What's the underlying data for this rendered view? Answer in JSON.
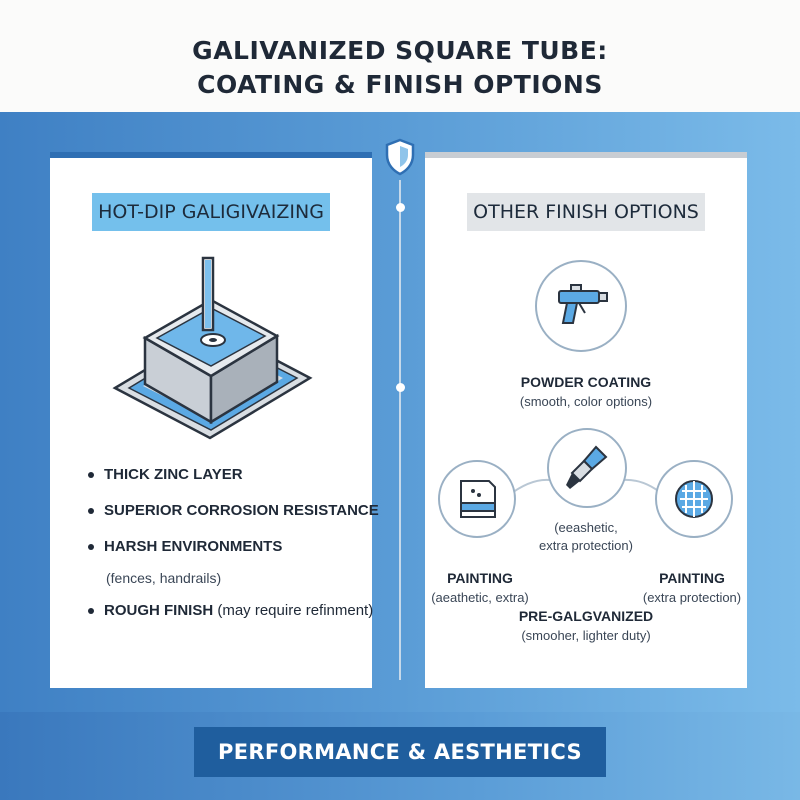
{
  "header": {
    "title_line1": "GALIVANIZED SQUARE TUBE:",
    "title_line2": "COATING & FINISH OPTIONS"
  },
  "left_panel": {
    "heading": "HOT-DIP GALIGIVAIZING",
    "bullets": [
      {
        "strong": "THICK ZINC LAYER",
        "weak": ""
      },
      {
        "strong": "SUPERIOR CORROSION RESISTANCE",
        "weak": ""
      },
      {
        "strong": "HARSH ENVIRONMENTS",
        "weak": ""
      },
      {
        "strong": "ROUGH FINISH",
        "weak": " (may require refinment)"
      }
    ],
    "sub_note": "(fences, handrails)"
  },
  "right_panel": {
    "heading": "OTHER FINISH OPTIONS",
    "powder": {
      "label": "POWDER COATING",
      "desc": "(smooth, color options)"
    },
    "center_desc_line1": "(eeashetic,",
    "center_desc_line2": "extra protection)",
    "painting_left": {
      "label": "PAINTING",
      "desc": "(aeathetic, extra)"
    },
    "painting_right": {
      "label": "PAINTING",
      "desc": "(extra protection)"
    },
    "pregalv": {
      "label": "PRE-GALGVANIZED",
      "desc": "(smooher, lighter duty)"
    }
  },
  "footer": {
    "label": "PERFORMANCE & AESTHETICS"
  },
  "icons": [
    "shield-icon",
    "galvanizing-tank-icon",
    "spray-gun-icon",
    "paint-brush-icon",
    "painted-panel-icon",
    "grid-pattern-icon"
  ],
  "colors": {
    "accent_blue": "#2f6fb3",
    "light_blue": "#74c0ec",
    "footer_blue": "#1f5e9e",
    "neutral_gray": "#e2e5e8"
  }
}
